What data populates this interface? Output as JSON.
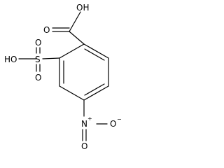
{
  "molecule": {
    "atoms": {
      "carboxyl_oh": "OH",
      "carboxyl_o": "O",
      "sulfo_ho": "HO",
      "sulfur": "S",
      "sulfo_o_top": "O",
      "sulfo_o_bottom": "O",
      "nitro_n": "N",
      "nitro_n_charge": "+",
      "nitro_o_bottom": "O",
      "nitro_o_right": "O",
      "nitro_o_charge": "−"
    }
  }
}
